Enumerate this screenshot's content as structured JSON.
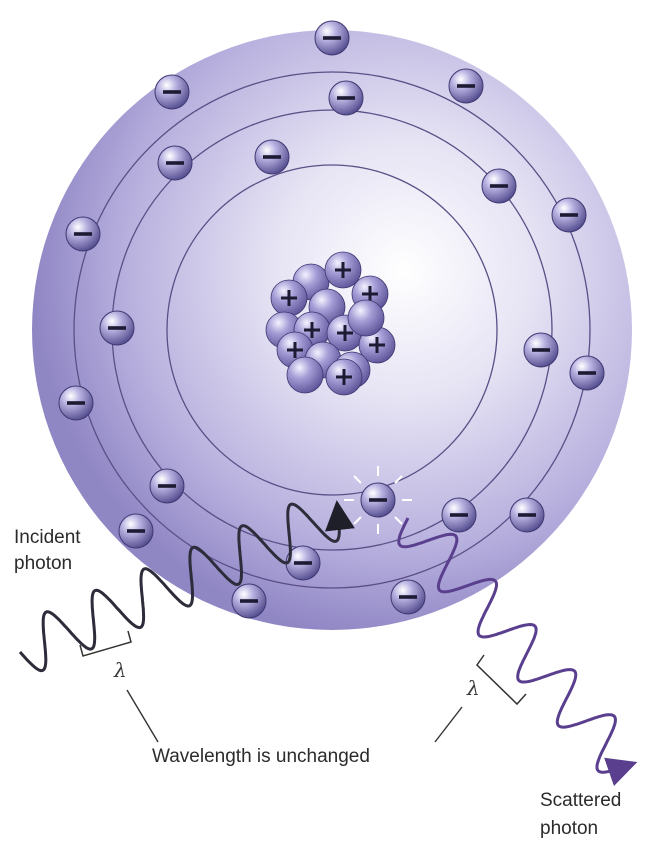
{
  "labels": {
    "incident_line1": "Incident",
    "incident_line2": "photon",
    "scattered_line1": "Scattered",
    "scattered_line2": "photon",
    "wavelength_note": "Wavelength is unchanged",
    "lambda": "λ"
  },
  "glyphs": {
    "electron": "−",
    "proton": "+"
  },
  "colors": {
    "atom_fill": "#9f97cf",
    "orbit_line": "#5b4f86",
    "electron": "#6b64a8",
    "incident_wave": "#2c2c3a",
    "scattered_wave": "#5a3f8f"
  }
}
